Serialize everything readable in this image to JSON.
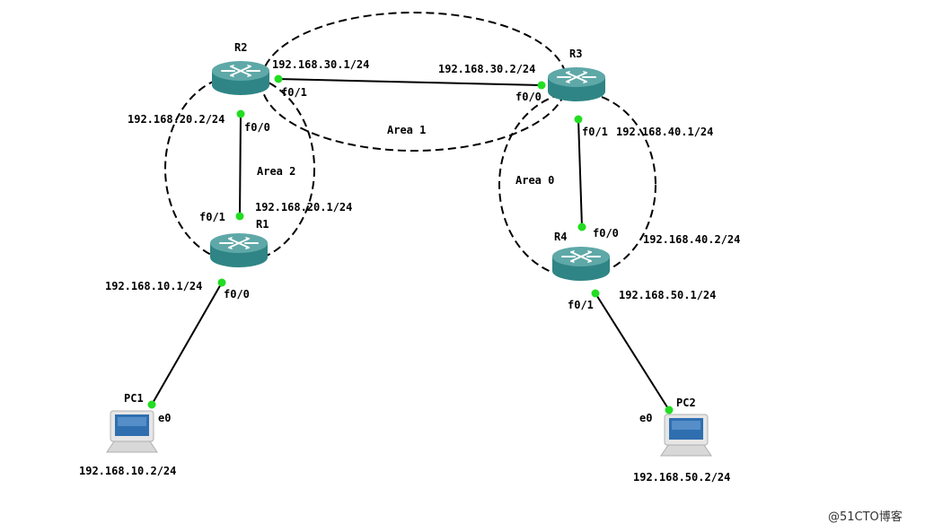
{
  "routers": {
    "r1": {
      "name": "R1"
    },
    "r2": {
      "name": "R2"
    },
    "r3": {
      "name": "R3"
    },
    "r4": {
      "name": "R4"
    }
  },
  "pcs": {
    "pc1": {
      "name": "PC1",
      "interface": "e0",
      "ip": "192.168.10.2/24"
    },
    "pc2": {
      "name": "PC2",
      "interface": "e0",
      "ip": "192.168.50.2/24"
    }
  },
  "areas": {
    "area0": "Area 0",
    "area1": "Area 1",
    "area2": "Area 2"
  },
  "links": {
    "r2_r3": {
      "r2_ip": "192.168.30.1/24",
      "r2_if": "f0/1",
      "r3_ip": "192.168.30.2/24",
      "r3_if": "f0/0"
    },
    "r2_r1": {
      "r2_ip": "192.168.20.2/24",
      "r2_if": "f0/0",
      "r1_ip": "192.168.20.1/24",
      "r1_if": "f0/1"
    },
    "r3_r4": {
      "r3_if": "f0/1",
      "r3_ip": "192.168.40.1/24",
      "r4_if": "f0/0",
      "r4_ip": "192.168.40.2/24"
    },
    "r1_pc1": {
      "r1_ip": "192.168.10.1/24",
      "r1_if": "f0/0"
    },
    "r4_pc2": {
      "r4_if": "f0/1",
      "r4_ip": "192.168.50.1/24"
    }
  },
  "colors": {
    "router_top": "#5fa8a8",
    "router_body": "#2f8585",
    "interface_dot": "#22dd22",
    "area_border": "#000000"
  },
  "watermark": "@51CTO博客"
}
